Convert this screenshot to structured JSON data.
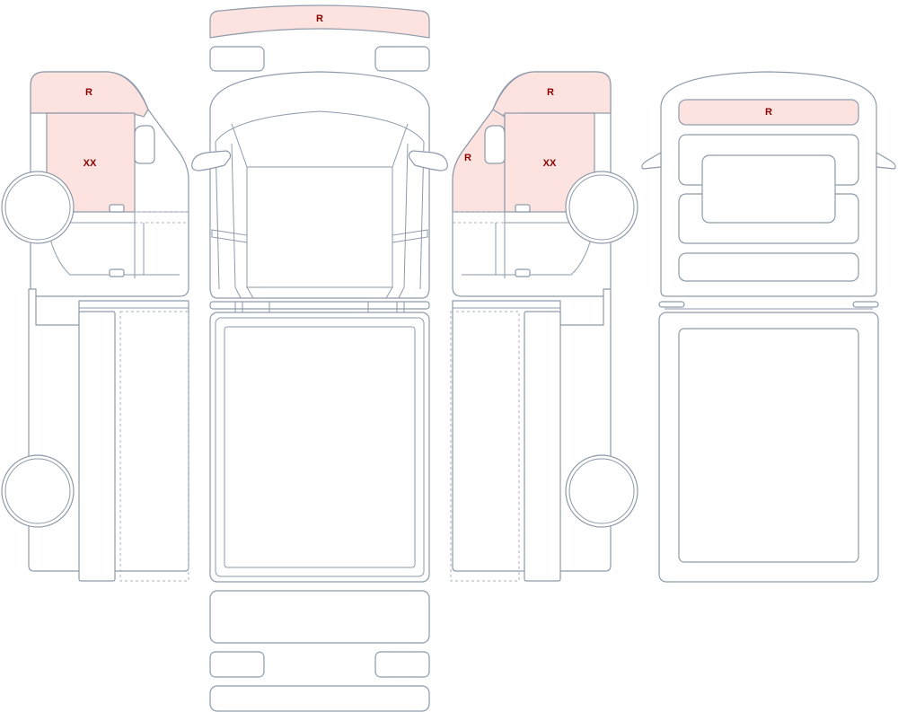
{
  "colors": {
    "outline": "#8e9aab",
    "damage_fill": "#fde3e0",
    "damage_text": "#8b0000",
    "background": "#ffffff"
  },
  "damage_markers": {
    "roof_front_edge": "R",
    "left_door_window_frame": "R",
    "left_door_panel": "XX",
    "right_a_pillar": "R",
    "right_door_window_frame": "R",
    "right_door_panel": "XX",
    "rear_top_bar": "R"
  }
}
